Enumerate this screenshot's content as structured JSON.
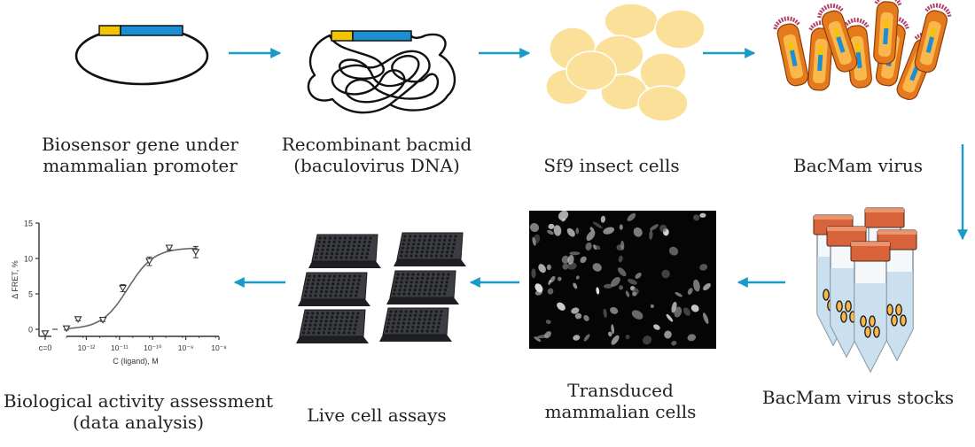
{
  "steps": [
    {
      "id": "biosensor-gene",
      "lines": [
        "Biosensor gene under",
        "mammalian promoter"
      ]
    },
    {
      "id": "recombinant-bacmid",
      "lines": [
        "Recombinant bacmid",
        "(baculovirus DNA)"
      ]
    },
    {
      "id": "sf9-cells",
      "lines": [
        "Sf9 insect cells"
      ]
    },
    {
      "id": "bacmam-virus",
      "lines": [
        "BacMam virus"
      ]
    },
    {
      "id": "bacmam-stocks",
      "lines": [
        "BacMam virus stocks"
      ]
    },
    {
      "id": "transduced-cells",
      "lines": [
        "Transduced",
        "mammalian cells"
      ]
    },
    {
      "id": "live-cell-assays",
      "lines": [
        "Live cell assays"
      ]
    },
    {
      "id": "activity-assessment",
      "lines": [
        "Biological activity assessment",
        "(data analysis)"
      ]
    }
  ],
  "colors": {
    "arrow": "#1a9ac9",
    "gene_yellow": "#f5c400",
    "gene_blue": "#1b8fd4",
    "sf9_cell": "#fbe09a",
    "virus_capsid": "#e57a1c",
    "virus_body": "#f9b74c",
    "virus_spikes": "#b5406a",
    "cap_orange": "#d8633b",
    "plate_dark": "#3b3d42"
  },
  "chart_data": {
    "type": "scatter",
    "ylabel": "Δ FRET, %",
    "xlabel": "C (ligand), M",
    "yticks": [
      "0",
      "5",
      "10",
      "15"
    ],
    "xticks": [
      "c=0",
      "10⁻¹²",
      "10⁻¹¹",
      "10⁻¹⁰",
      "10⁻⁹",
      "10⁻⁸"
    ],
    "ylim": [
      -1,
      15
    ],
    "xlim": [
      -12.6,
      -8
    ],
    "control": {
      "x": "c=0",
      "y": -0.6
    },
    "points": [
      {
        "x": -12.6,
        "y": 0.1,
        "err": 0.2
      },
      {
        "x": -12.25,
        "y": 1.4,
        "err": 0.2
      },
      {
        "x": -11.5,
        "y": 1.3,
        "err": 0.2
      },
      {
        "x": -10.9,
        "y": 5.8,
        "err": 0.5
      },
      {
        "x": -10.1,
        "y": 9.6,
        "err": 0.6
      },
      {
        "x": -9.5,
        "y": 11.5,
        "err": 0.3
      },
      {
        "x": -8.7,
        "y": 10.9,
        "err": 0.8
      }
    ],
    "fit": {
      "bottom": 0,
      "top": 11.5,
      "logEC50": -10.75,
      "hill": 1.1
    }
  }
}
